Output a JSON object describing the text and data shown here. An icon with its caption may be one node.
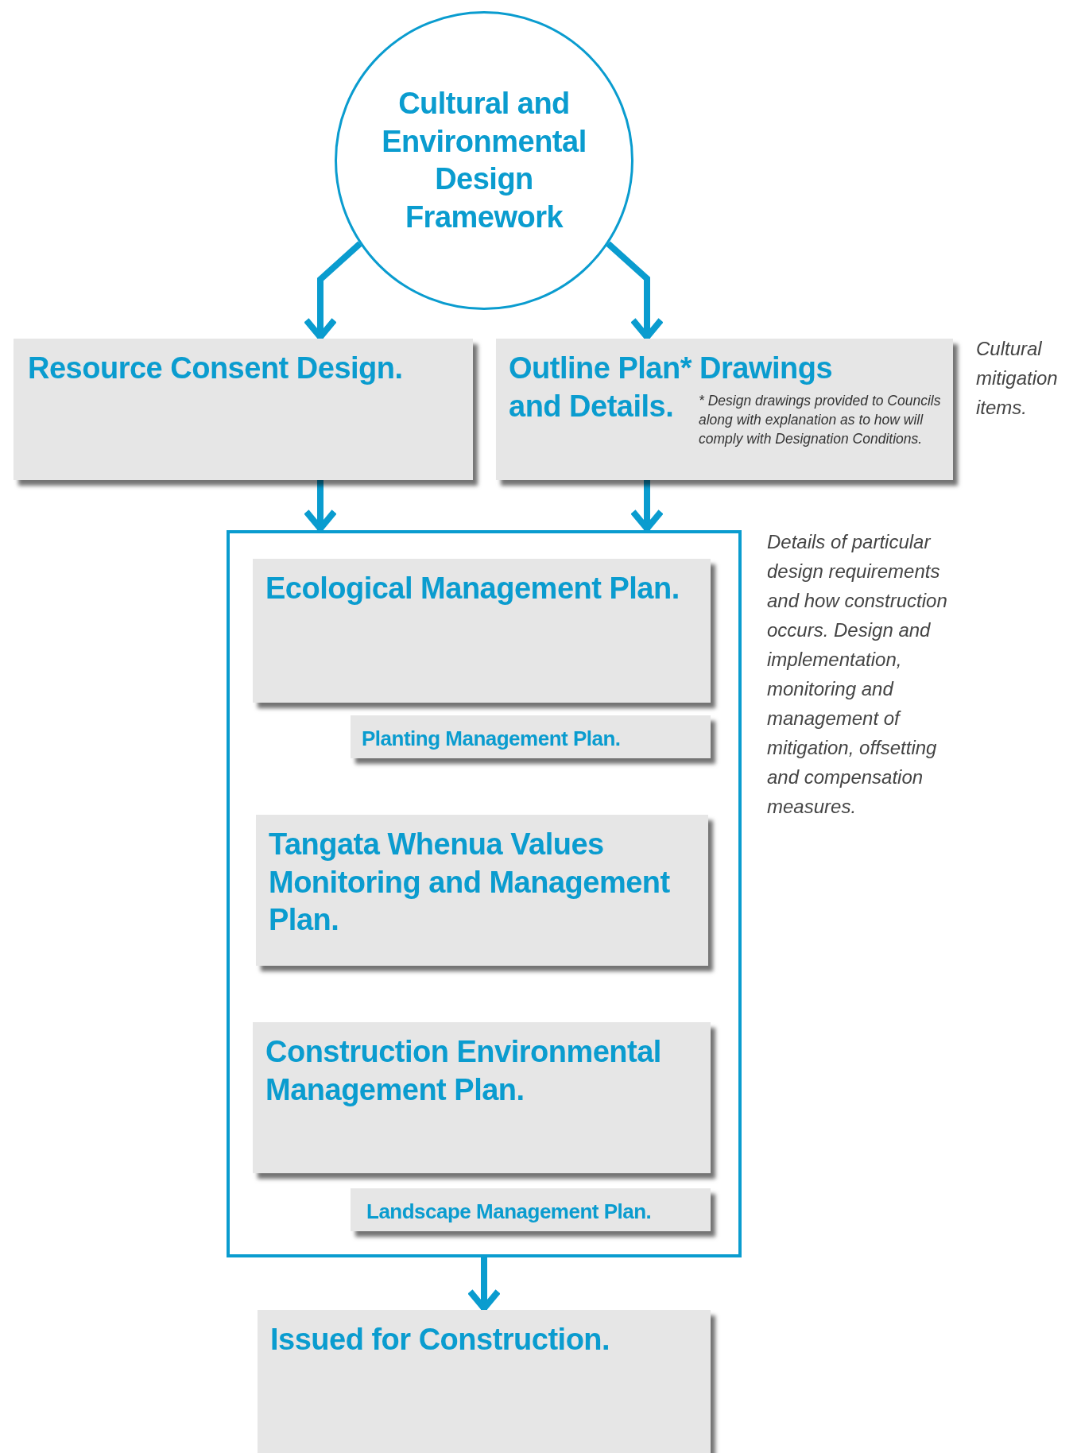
{
  "diagram": {
    "nodes": [
      {
        "text": [
          "Cultural and Environmental Design Framework"
        ]
      },
      {
        "text": [
          "Resource Consent Design."
        ]
      },
      {
        "text": [
          "Outline Plan* Drawings and Details.",
          "* Design drawings provided to Councils along with explanation as to how will comply with Designation Conditions."
        ],
        "beside": [
          "Cultural mitigation items."
        ]
      },
      {
        "text": [],
        "shape": "box",
        "beside": [
          "Details of particular design requirements and how construction occurs. Design and implementation, monitoring and management of mitigation, offsetting and compensation measures."
        ]
      },
      {
        "text": [
          "Ecological Management Plan."
        ],
        "in": 3
      },
      {
        "text": [
          "Planting Management Plan."
        ],
        "in": 3
      },
      {
        "text": [
          "Tangata Whenua Values Monitoring and Management Plan."
        ],
        "in": 3
      },
      {
        "text": [
          "Construction Environmental Management Plan."
        ],
        "in": 3
      },
      {
        "text": [
          "Landscape Management Plan."
        ],
        "in": 3
      },
      {
        "text": [
          "Issued for Construction."
        ]
      }
    ],
    "edges": [
      {
        "from": 0,
        "to": 1,
        "arrow": "to"
      },
      {
        "from": 0,
        "to": 2,
        "arrow": "to"
      },
      {
        "from": 1,
        "to": 3,
        "arrow": "to"
      },
      {
        "from": 2,
        "to": 3,
        "arrow": "to"
      },
      {
        "from": 3,
        "to": 9,
        "arrow": "to"
      }
    ]
  }
}
